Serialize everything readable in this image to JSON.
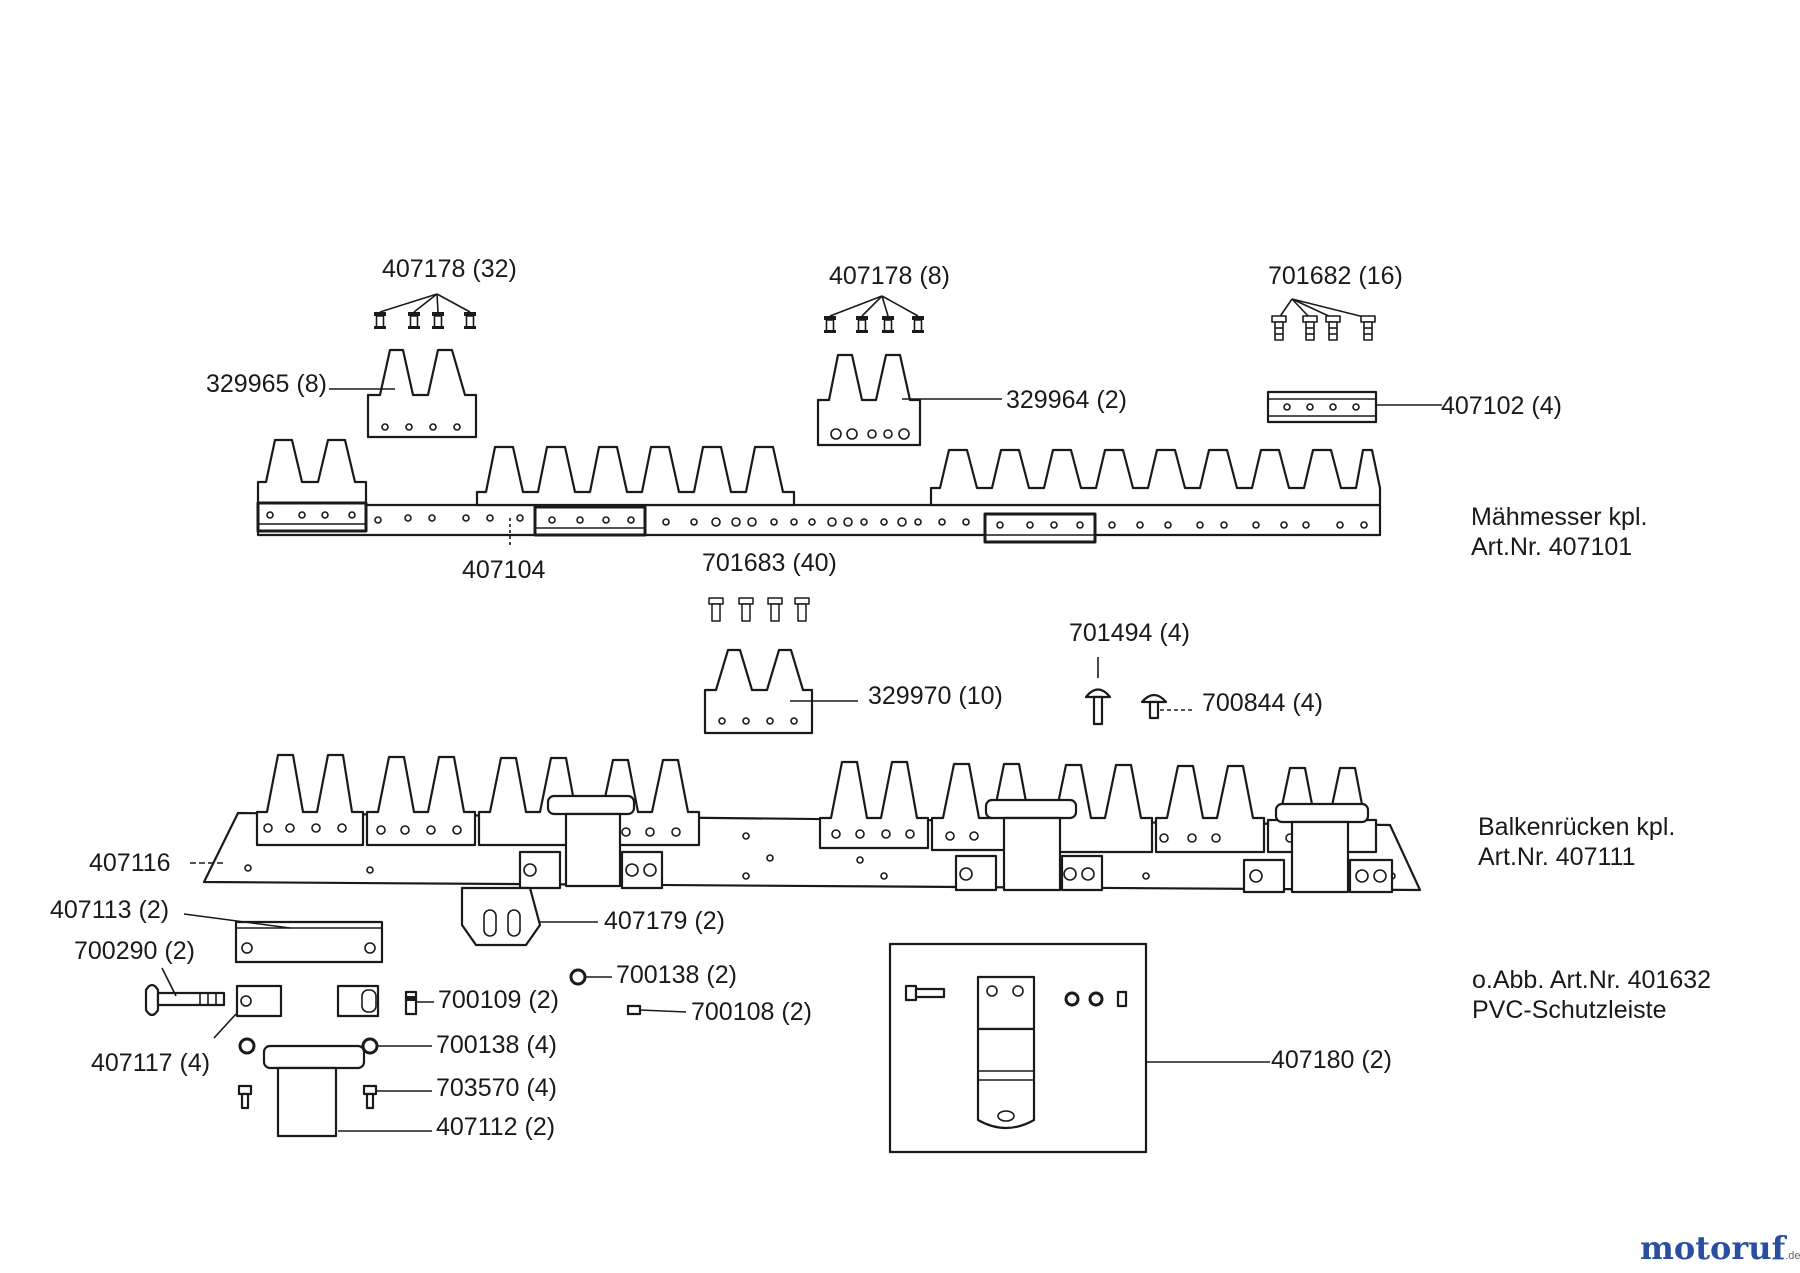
{
  "labels": {
    "p407178a": "407178 (32)",
    "p407178b": "407178 (8)",
    "p701682": "701682 (16)",
    "p329965": "329965 (8)",
    "p329964": "329964 (2)",
    "p407102": "407102 (4)",
    "p407104": "407104",
    "p701683": "701683 (40)",
    "p701494": "701494 (4)",
    "p329970": "329970 (10)",
    "p700844": "700844 (4)",
    "p407116": "407116",
    "p407113": "407113 (2)",
    "p407179": "407179 (2)",
    "p700290": "700290 (2)",
    "p700138a": "700138 (2)",
    "p700109": "700109 (2)",
    "p700108": "700108 (2)",
    "p700138b": "700138 (4)",
    "p407117": "407117 (4)",
    "p703570": "703570 (4)",
    "p407112": "407112 (2)",
    "p407180": "407180 (2)"
  },
  "assemblies": {
    "maehmesser_title": "Mähmesser kpl.",
    "maehmesser_art": "Art.Nr. 407101",
    "balken_title": "Balkenrücken kpl.",
    "balken_art": "Art.Nr. 407111",
    "pvc_art": "o.Abb. Art.Nr. 401632",
    "pvc_name": "PVC-Schutzleiste"
  },
  "logo": {
    "text": "motoruf",
    "suffix": ".de"
  }
}
